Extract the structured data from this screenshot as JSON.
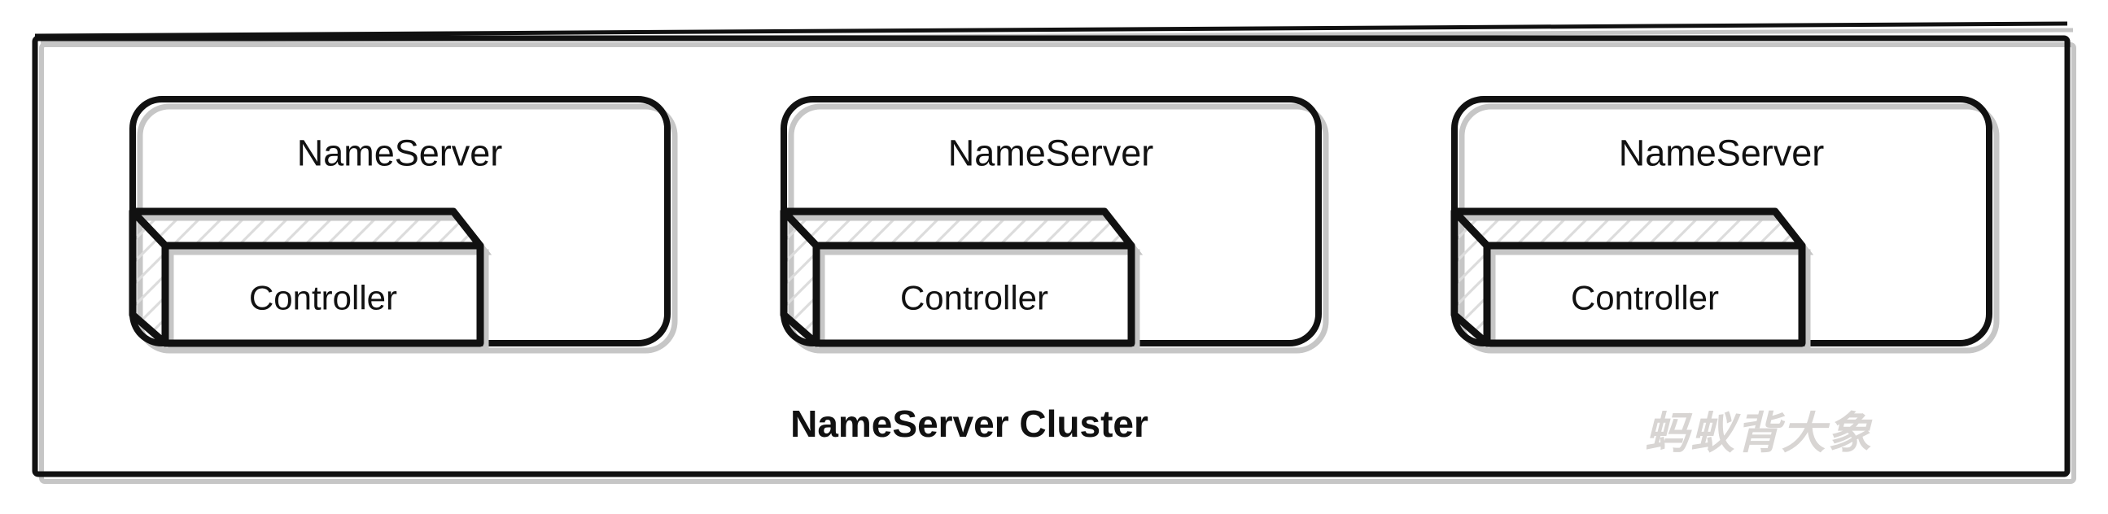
{
  "diagram": {
    "type": "hand-drawn-architecture-sketch",
    "cluster_label": "NameServer Cluster",
    "nameservers": [
      {
        "label": "NameServer",
        "controller_label": "Controller"
      },
      {
        "label": "NameServer",
        "controller_label": "Controller"
      },
      {
        "label": "NameServer",
        "controller_label": "Controller"
      }
    ],
    "watermark": "蚂蚁背大象",
    "colors": {
      "stroke": "#111111",
      "shadow": "#c6c6c6",
      "hatch": "#dcdcdc",
      "fill": "#ffffff",
      "watermark": "#d8d5d3"
    }
  }
}
